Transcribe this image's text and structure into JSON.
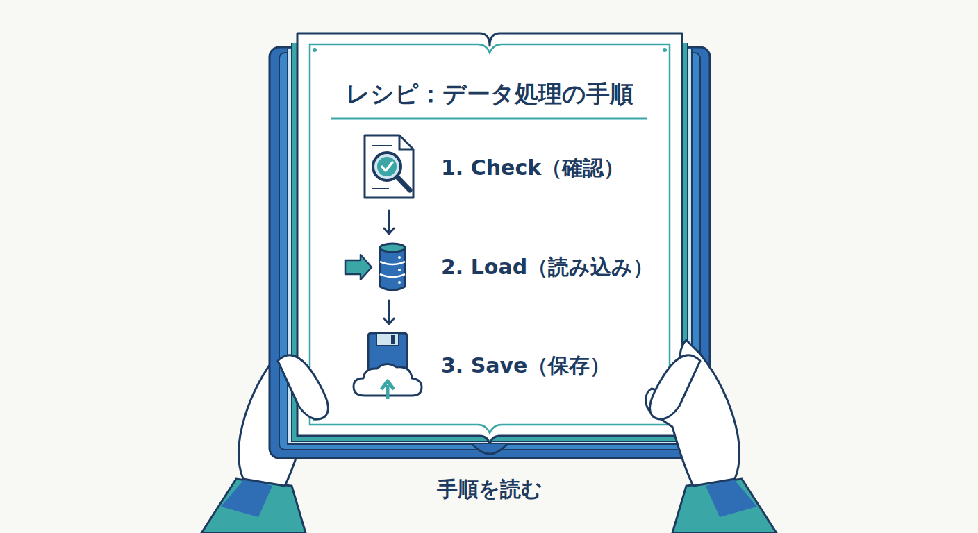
{
  "diagram": {
    "title": "レシピ：データ処理の手順",
    "caption": "手順を読む",
    "nodes": [
      {
        "text": [
          "1. Check（確認）"
        ]
      },
      {
        "text": [
          "2. Load（読み込み）"
        ]
      },
      {
        "text": [
          "3. Save（保存）"
        ]
      }
    ],
    "edges": [
      {
        "from": 0,
        "to": 1,
        "arrow": "to"
      },
      {
        "from": 1,
        "to": 2,
        "arrow": "to"
      }
    ]
  }
}
